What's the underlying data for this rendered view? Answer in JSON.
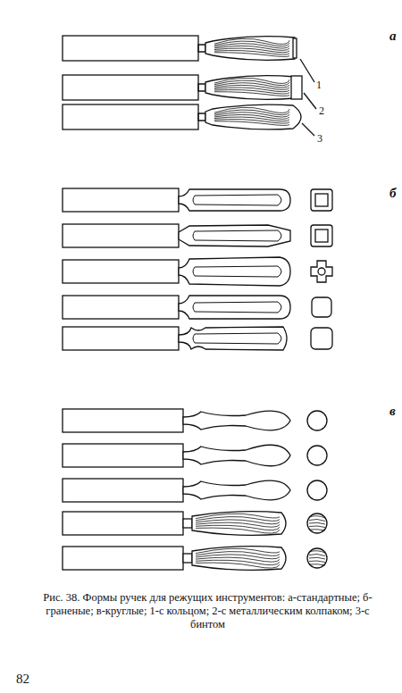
{
  "diagram": {
    "caption": "Рис. 38. Формы ручек для режущих инструментов: а-стандартные; б-граненые; в-круглые; 1-с кольцом; 2-с металлическим колпаком; 3-с бинтом",
    "labels": [
      "а",
      "1",
      "2",
      "3",
      "б",
      "в",
      "82"
    ]
  }
}
